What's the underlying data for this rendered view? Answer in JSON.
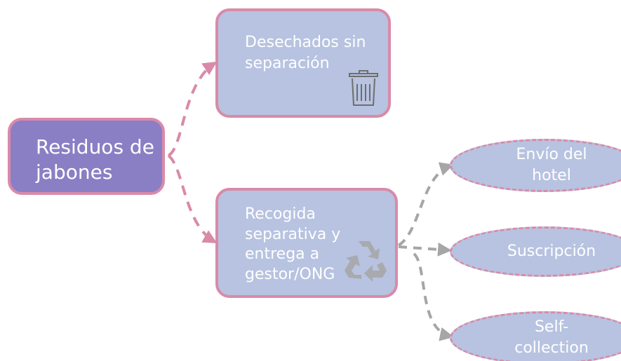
{
  "nodes": {
    "root": {
      "label": "Residuos de\njabones"
    },
    "discarded": {
      "label": "Desechados sin\nseparación",
      "icon": "trash-icon"
    },
    "separated": {
      "label": "Recogida\nseparativa y\nentrega a\ngestor/ONG",
      "icon": "recycle-icon"
    },
    "options": [
      {
        "label": "Envío del\nhotel"
      },
      {
        "label": "Suscripción"
      },
      {
        "label": "Self-\ncollection"
      }
    ]
  },
  "colors": {
    "root_fill": "#8a7fc4",
    "node_fill": "#b7c3e0",
    "border": "#d98aa9",
    "grey_connector": "#a6a6a6",
    "icon": "#6e6e6e"
  }
}
